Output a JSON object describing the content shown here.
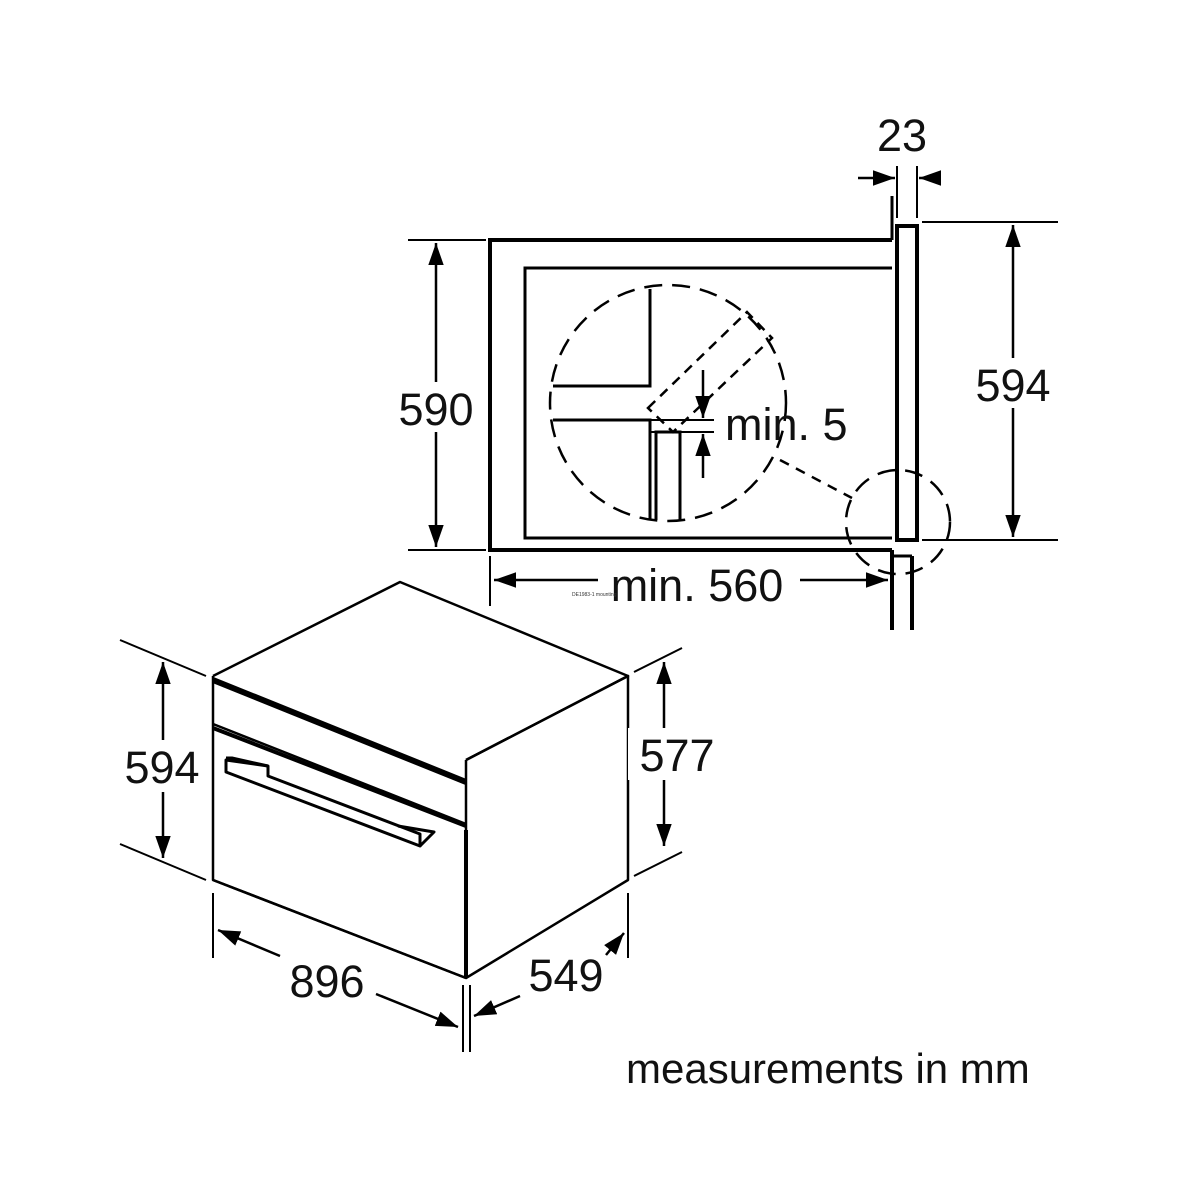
{
  "dimensions": {
    "niche_height": "590",
    "panel_height": "594",
    "panel_thickness": "23",
    "gap": "min. 5",
    "niche_depth": "min. 560",
    "appliance_height": "594",
    "appliance_side_height": "577",
    "appliance_width": "896",
    "appliance_depth": "549"
  },
  "note": "measurements in mm",
  "fine_print": "DE1983-1 mounting",
  "colors": {
    "line": "#000000",
    "background": "#ffffff"
  }
}
